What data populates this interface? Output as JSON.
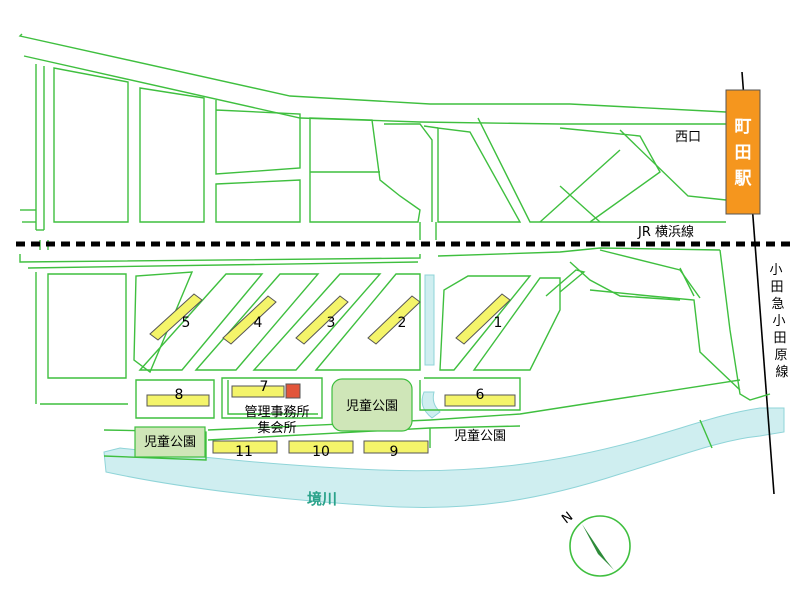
{
  "station": {
    "name_chars": [
      "町",
      "田",
      "駅"
    ],
    "exit": "西口"
  },
  "railways": {
    "jr": "JR 横浜線",
    "odakyu_chars": [
      "小",
      "田",
      "急",
      "小",
      "田",
      "原",
      "線"
    ]
  },
  "river": "境川",
  "facilities": {
    "management_line1": "管理事務所",
    "management_line2": "集会所",
    "playground_center": "児童公園",
    "playground_left": "児童公園",
    "playground_right": "児童公園"
  },
  "buildings": [
    "1",
    "2",
    "3",
    "4",
    "5",
    "6",
    "7",
    "8",
    "9",
    "10",
    "11"
  ],
  "compass": {
    "north": "N"
  },
  "colors": {
    "street": "#3fbf3f",
    "building": "#f4f46a",
    "station": "#f5961e",
    "river": "#cfeef0",
    "park": "#cfe6b8",
    "office": "#e2553a"
  }
}
